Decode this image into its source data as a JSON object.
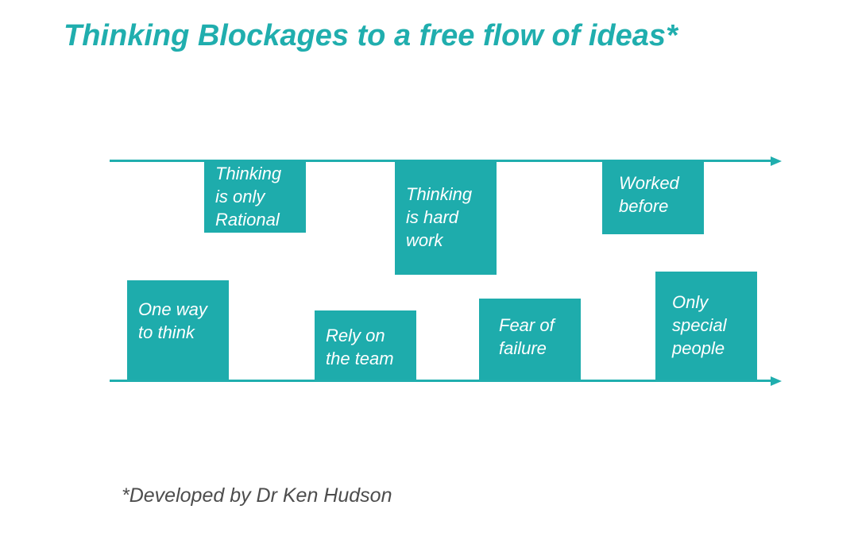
{
  "title": "Thinking Blockages to a free flow of ideas*",
  "colors": {
    "accent": "#20aeae",
    "block_fill": "#1eacac",
    "block_text": "#ffffff",
    "footnote_text": "#4d4d4d"
  },
  "blocks": [
    {
      "label": "Thinking\nis only\nRational"
    },
    {
      "label": "Thinking\nis hard\nwork"
    },
    {
      "label": "Worked\nbefore"
    },
    {
      "label": "One way\nto think"
    },
    {
      "label": "Rely on\nthe team"
    },
    {
      "label": "Fear of\nfailure"
    },
    {
      "label": "Only\nspecial\npeople"
    }
  ],
  "footnote": "*Developed by Dr Ken Hudson"
}
